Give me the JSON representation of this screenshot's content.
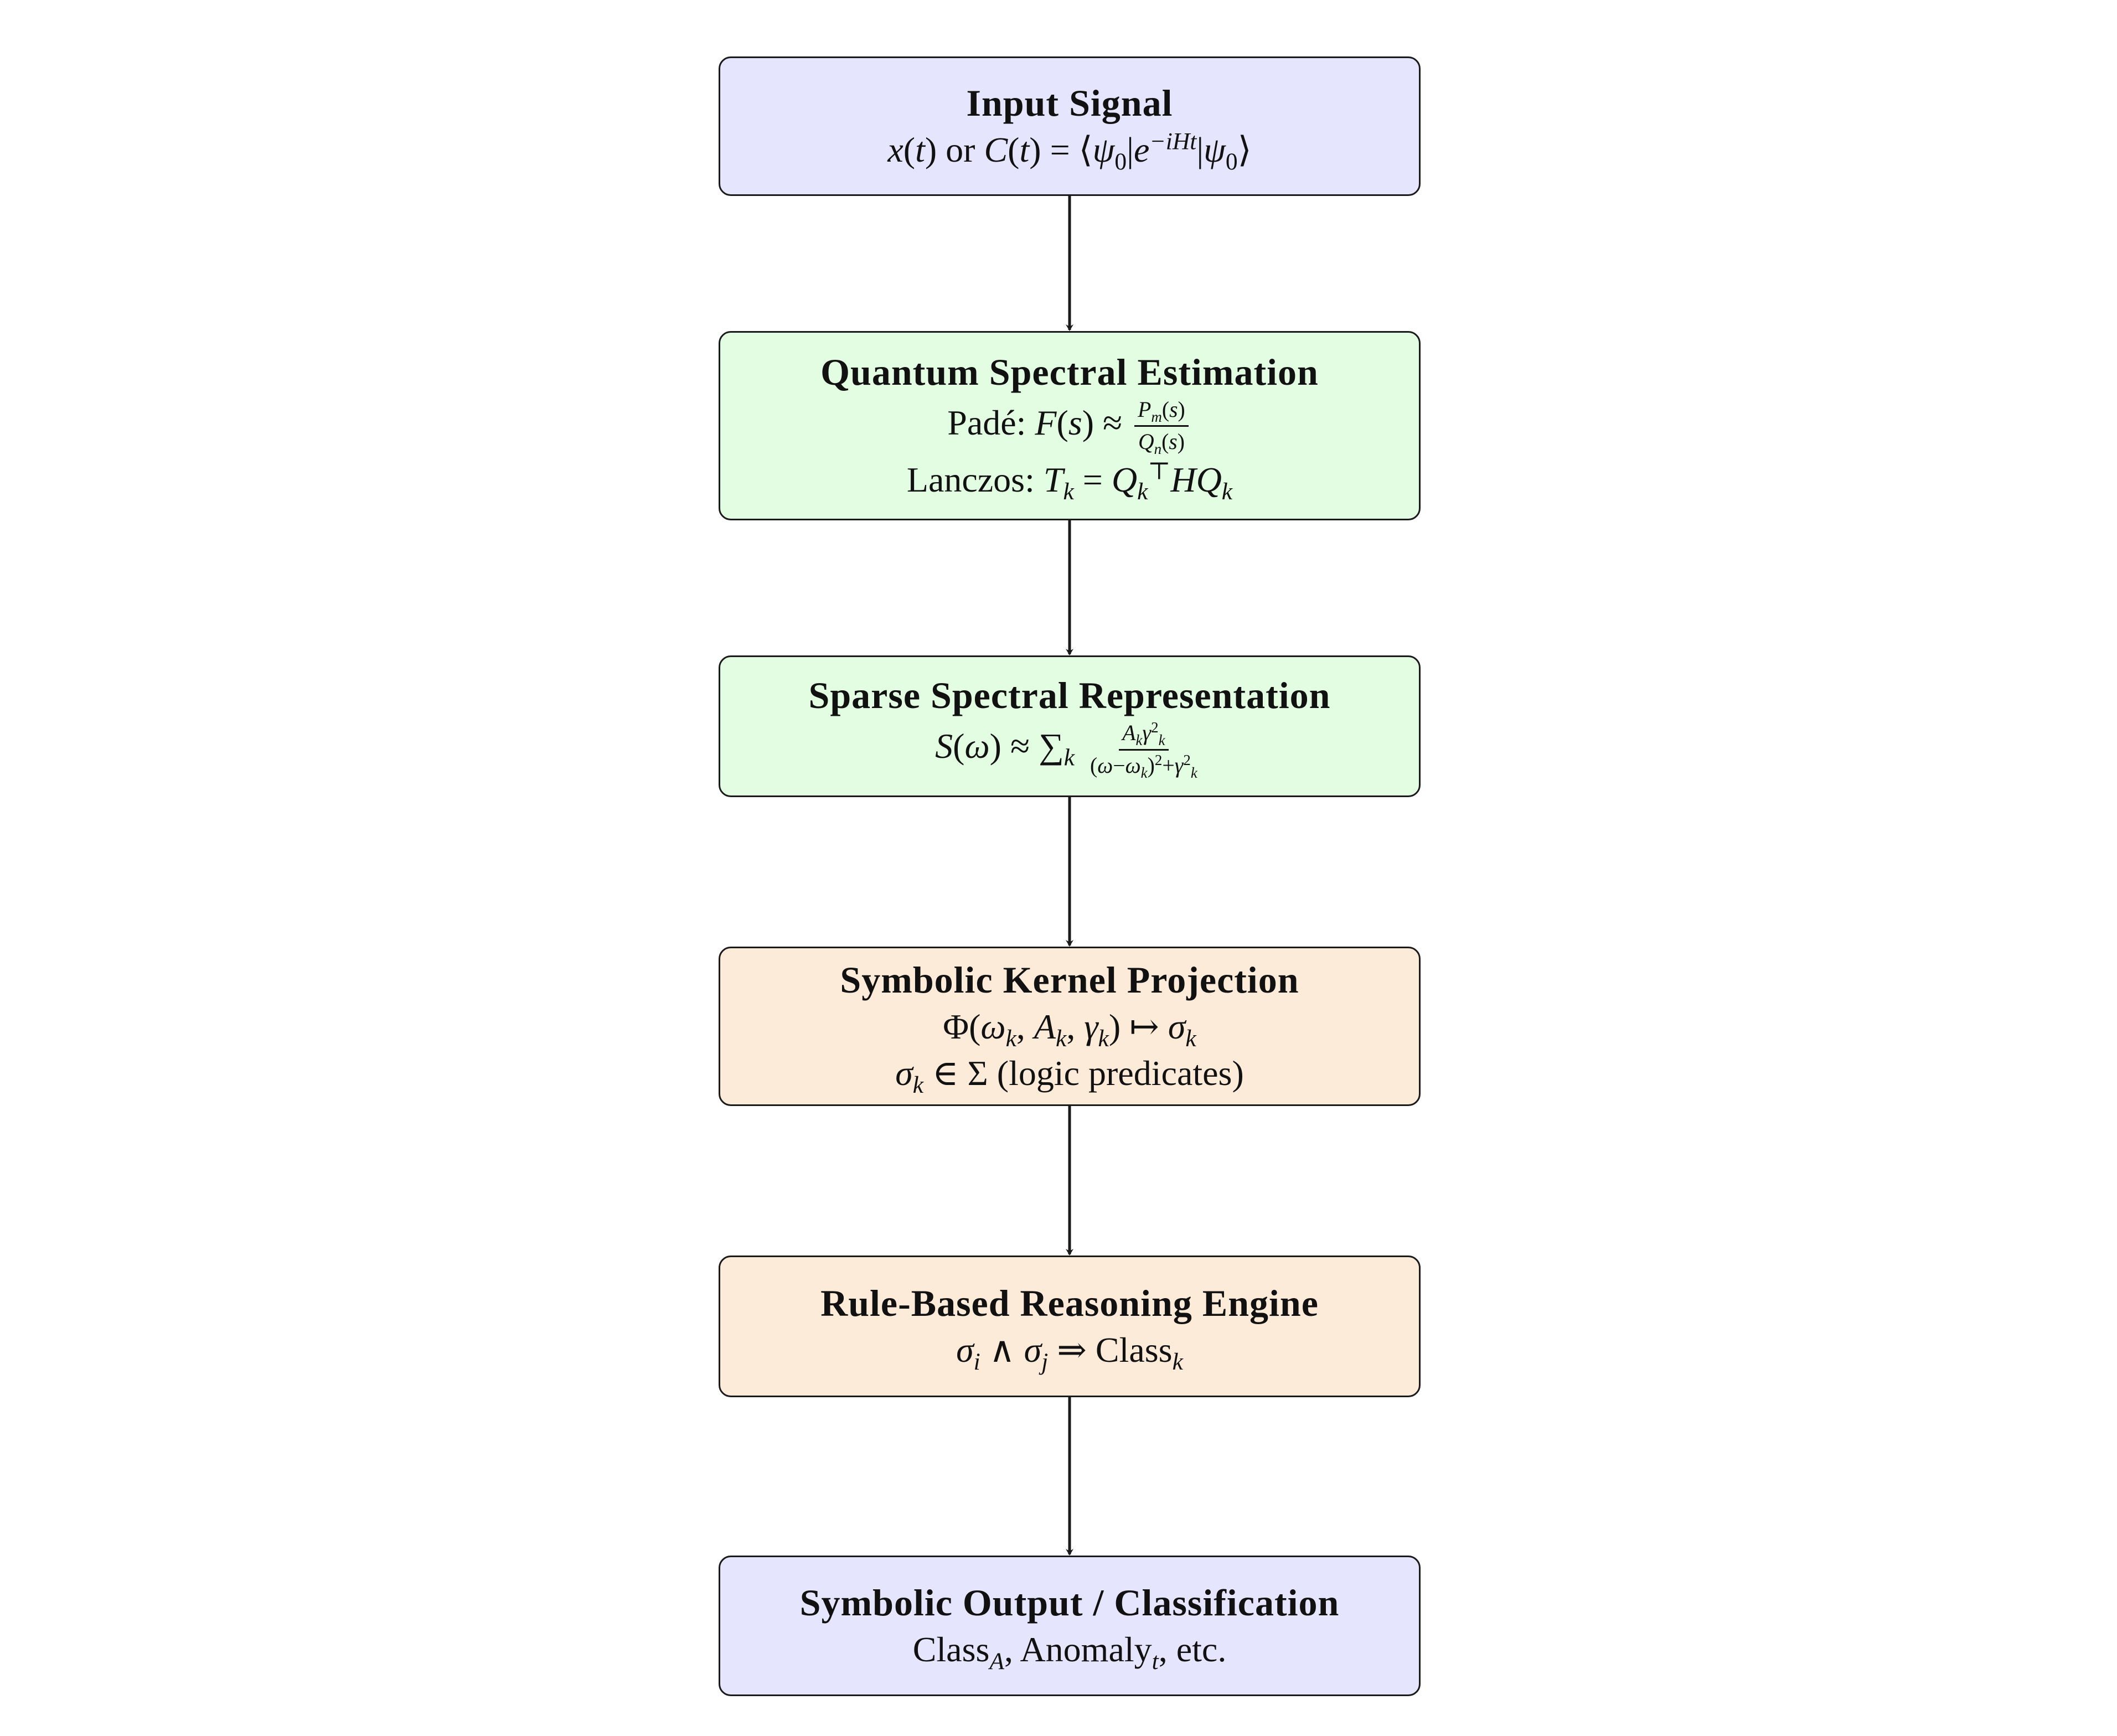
{
  "colors": {
    "blue": "#e5e5fd",
    "green": "#e3fde3",
    "orange": "#fdebd9",
    "stroke": "#1a1a1a"
  },
  "nodes": [
    {
      "id": "input",
      "title": "Input Signal"
    },
    {
      "id": "qse",
      "title": "Quantum Spectral Estimation",
      "pade_prefix": "Padé:",
      "lanczos_prefix": "Lanczos:"
    },
    {
      "id": "ssr",
      "title": "Sparse Spectral Representation"
    },
    {
      "id": "skp",
      "title": "Symbolic Kernel Projection",
      "predicates_suffix": "(logic predicates)"
    },
    {
      "id": "rbre",
      "title": "Rule-Based Reasoning Engine"
    },
    {
      "id": "output",
      "title": "Symbolic Output / Classification"
    }
  ],
  "edges": [
    {
      "from": "input",
      "to": "qse"
    },
    {
      "from": "qse",
      "to": "ssr"
    },
    {
      "from": "ssr",
      "to": "skp"
    },
    {
      "from": "skp",
      "to": "rbre"
    },
    {
      "from": "rbre",
      "to": "output"
    }
  ],
  "labels": {
    "or": "or",
    "class_word": "Class",
    "anomaly_word": "Anomaly",
    "etc": "etc."
  }
}
